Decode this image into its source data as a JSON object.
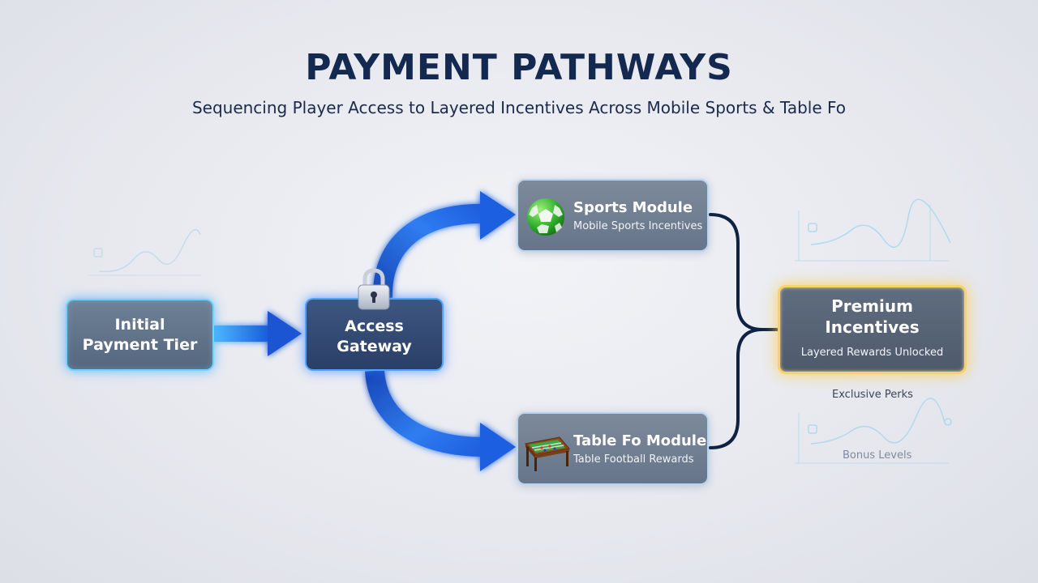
{
  "header": {
    "title": "PAYMENT PATHWAYS",
    "subtitle": "Sequencing Player Access to Layered Incentives Across Mobile Sports & Table Fo"
  },
  "nodes": {
    "initial": {
      "line1": "Initial",
      "line2": "Payment Tier"
    },
    "gateway": {
      "line1": "Access",
      "line2": "Gateway",
      "icon": "padlock-icon"
    },
    "sports": {
      "title": "Sports Module",
      "subtitle": "Mobile Sports Incentives",
      "icon": "soccer-ball-icon"
    },
    "table": {
      "title": "Table Fo Module",
      "subtitle": "Table Football Rewards",
      "icon": "foosball-table-icon"
    },
    "premium": {
      "line1": "Premium",
      "line2": "Incentives",
      "subtitle": "Layered Rewards Unlocked"
    }
  },
  "labels": {
    "exclusive_perks": "Exclusive Perks",
    "bonus_levels": "Bonus Levels"
  },
  "colors": {
    "title": "#13294f",
    "arrow_blue": "#1f5fe0",
    "connector": "#0f2244",
    "premium_glow": "#f5d36a",
    "cyan_glow": "#6fd3ff"
  }
}
